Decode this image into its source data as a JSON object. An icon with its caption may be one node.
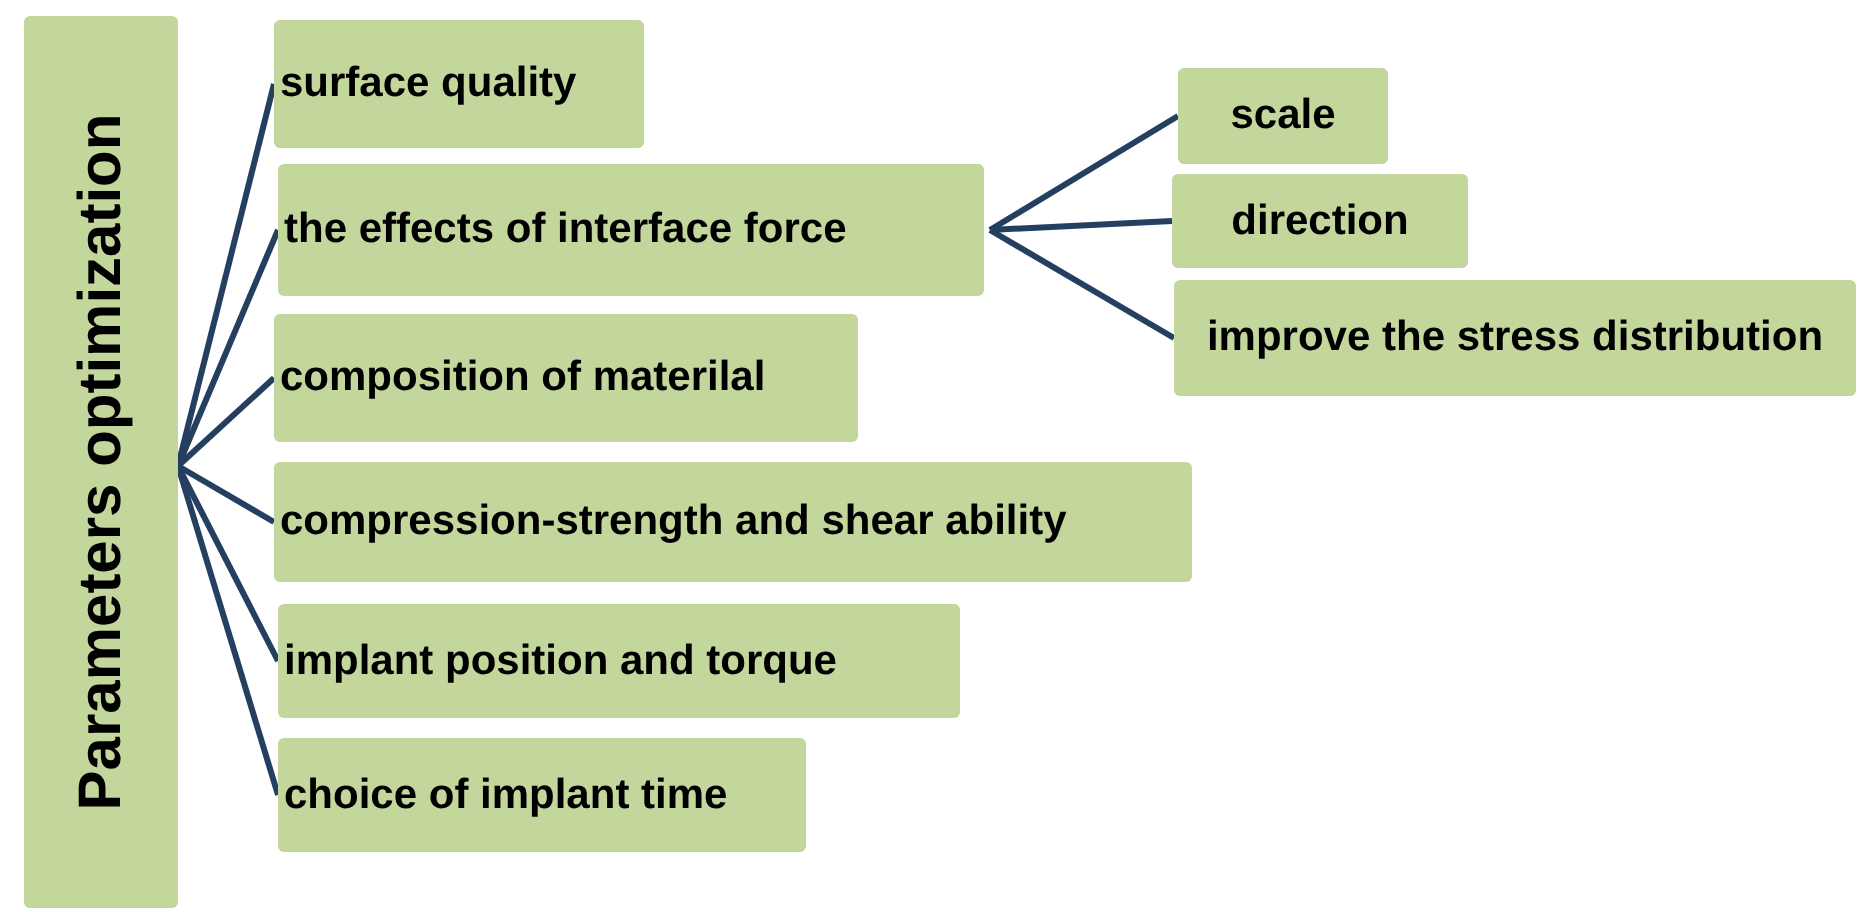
{
  "diagram": {
    "nodes": [
      {
        "text": [
          "Parameters optimization"
        ]
      },
      {
        "text": [
          "surface quality"
        ]
      },
      {
        "text": [
          "the effects of interface force"
        ]
      },
      {
        "text": [
          "composition of materilal"
        ]
      },
      {
        "text": [
          "compression-strength and shear ability"
        ]
      },
      {
        "text": [
          "implant position and torque"
        ]
      },
      {
        "text": [
          "choice of implant time"
        ]
      },
      {
        "text": [
          "scale"
        ]
      },
      {
        "text": [
          "direction"
        ]
      },
      {
        "text": [
          "improve the stress distribution"
        ]
      }
    ],
    "edges": [
      {
        "from": 0,
        "to": 1,
        "arrow": "none"
      },
      {
        "from": 0,
        "to": 2,
        "arrow": "none"
      },
      {
        "from": 0,
        "to": 3,
        "arrow": "none"
      },
      {
        "from": 0,
        "to": 4,
        "arrow": "none"
      },
      {
        "from": 0,
        "to": 5,
        "arrow": "none"
      },
      {
        "from": 0,
        "to": 6,
        "arrow": "none"
      },
      {
        "from": 2,
        "to": 7,
        "arrow": "none"
      },
      {
        "from": 2,
        "to": 8,
        "arrow": "none"
      },
      {
        "from": 2,
        "to": 9,
        "arrow": "none"
      }
    ]
  }
}
